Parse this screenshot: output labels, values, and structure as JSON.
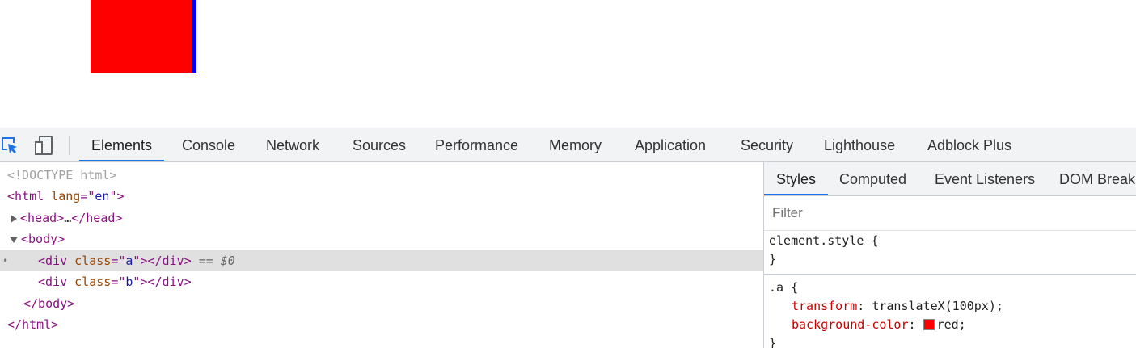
{
  "page": {
    "box_a_color": "#ff0000",
    "box_b_color": "#0000ff"
  },
  "toolbar": {
    "inspect_icon": "inspect-element-icon",
    "device_icon": "device-toolbar-icon",
    "tabs": [
      "Elements",
      "Console",
      "Network",
      "Sources",
      "Performance",
      "Memory",
      "Application",
      "Security",
      "Lighthouse",
      "Adblock Plus"
    ],
    "active_tab": "Elements",
    "accent_color": "#1a73e8"
  },
  "elements": {
    "doctype": "<!DOCTYPE html>",
    "html_open_tag": "<html",
    "html_attr": "lang",
    "html_eq": "=\"",
    "html_val": "en",
    "html_close": "\">",
    "head": "<head>",
    "head_ellipsis": "…",
    "head_close": "</head>",
    "body_open": "<body>",
    "div_a_open": "<div",
    "div_a_attr": "class",
    "div_a_eq": "=\"",
    "div_a_val": "a",
    "div_a_end": "\"></div>",
    "div_a_marker": "== $0",
    "div_b_open": "<div",
    "div_b_attr": "class",
    "div_b_eq": "=\"",
    "div_b_val": "b",
    "div_b_end": "\"></div>",
    "body_close": "</body>",
    "html_close_tag": "</html>",
    "selection_dot": "•"
  },
  "styles": {
    "tabs": [
      "Styles",
      "Computed",
      "Event Listeners",
      "DOM Breakpoints"
    ],
    "active_tab": "Styles",
    "filter_placeholder": "Filter",
    "element_style_selector": "element.style {",
    "element_style_close": "}",
    "rule_selector": ".a {",
    "props": [
      {
        "name": "transform",
        "value": "translateX(100px);"
      },
      {
        "name": "background-color",
        "value": "red;",
        "swatch": "#ff0000"
      }
    ],
    "rule_close": "}"
  }
}
